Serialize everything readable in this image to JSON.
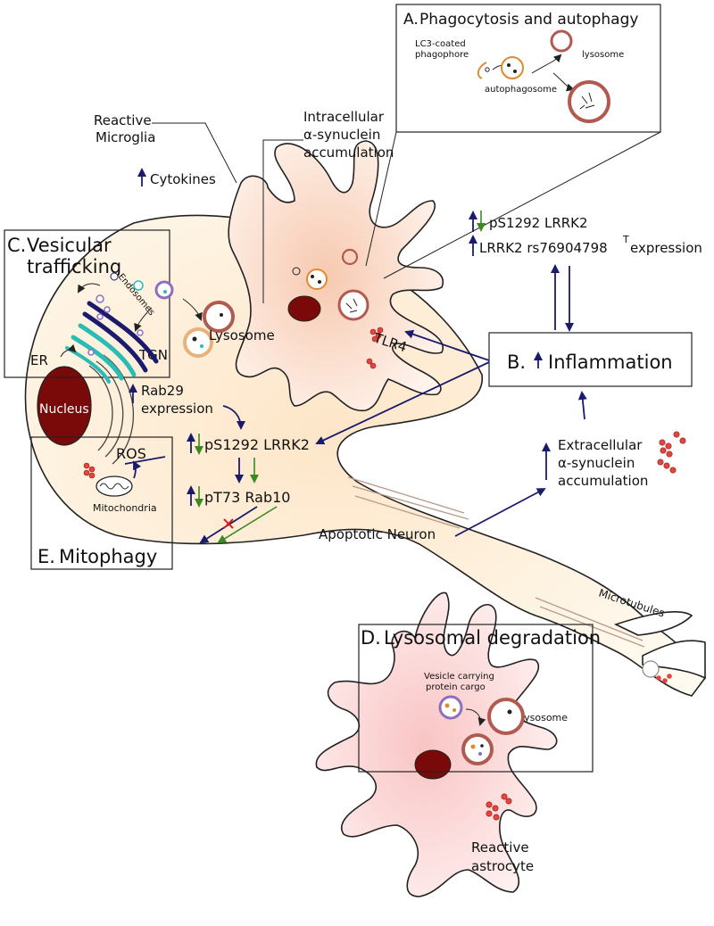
{
  "boxes": {
    "a": {
      "letter": "A.",
      "title": "Phagocytosis and autophagy",
      "lc3_line1": "LC3-coated",
      "lc3_line2": "phagophore",
      "lysosome": "lysosome",
      "autophagosome": "autophagosome"
    },
    "b": {
      "letter": "B.",
      "title": "Inflammation"
    },
    "c": {
      "letter": "C.",
      "title_line1": "Vesicular",
      "title_line2": "trafficking",
      "endosomes": "Endosomes",
      "tgn": "TGN",
      "er": "ER",
      "lysosome": "Lysosome"
    },
    "d": {
      "letter": "D.",
      "title": "Lysosomal degradation",
      "vesicle_line1": "Vesicle carrying",
      "vesicle_line2": "protein cargo",
      "lysosome": "Lysosome"
    },
    "e": {
      "letter": "E.",
      "title": "Mitophagy",
      "ros": "ROS",
      "mitochondria": "Mitochondria"
    }
  },
  "labels": {
    "reactive_microglia_1": "Reactive",
    "reactive_microglia_2": "Microglia",
    "cytokines": "Cytokines",
    "intracellular_1": "Intracellular",
    "intracellular_2": "α-synuclein",
    "intracellular_3": "accumulation",
    "ps1292_top": "pS1292 LRRK2",
    "lrrk2_expr_a": "LRRK2 rs76904798",
    "lrrk2_expr_sup": "T",
    "lrrk2_expr_b": " expression",
    "tlr4": "TLR4",
    "nucleus": "Nucleus",
    "rab29_1": "Rab29",
    "rab29_2": "expression",
    "ps1292_mid": "pS1292 LRRK2",
    "pt73": "pT73 Rab10",
    "extracellular_1": "Extracellular",
    "extracellular_2": "α-synuclein",
    "extracellular_3": "accumulation",
    "apoptotic_neuron": "Apoptotic Neuron",
    "microtubules": "Microtubules",
    "reactive_astrocyte_1": "Reactive",
    "reactive_astrocyte_2": "astrocyte"
  },
  "colors": {
    "arrow_blue": "#1a1a6e",
    "arrow_green": "#3a8a1f",
    "nucleus": "#7a0a0a",
    "synuclein": "#e0463f",
    "lysosome": "#b05a50",
    "golgi_dark": "#1a1a6e",
    "golgi_teal": "#2bbcb6",
    "inhibit": "#d42020"
  }
}
